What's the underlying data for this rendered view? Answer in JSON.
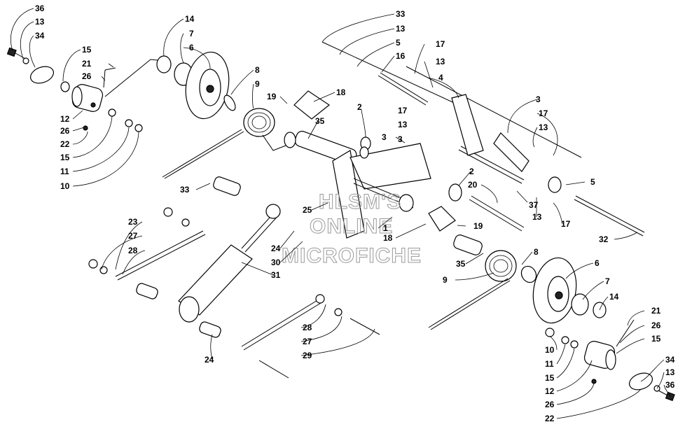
{
  "watermark": {
    "line1": "HLSM'S",
    "line2": "ONLINE",
    "line3": "MICROFICHE"
  },
  "callouts": {
    "c36a": "36",
    "c13a": "13",
    "c34a": "34",
    "c15a": "15",
    "c21a": "21",
    "c26a": "26",
    "c12a": "12",
    "c26b": "26",
    "c22a": "22",
    "c15b": "15",
    "c11a": "11",
    "c10a": "10",
    "c14a": "14",
    "c7a": "7",
    "c6a": "6",
    "c8a": "8",
    "c9a": "9",
    "c19a": "19",
    "c18a": "18",
    "c35a": "35",
    "c2a": "2",
    "c3a": "3",
    "c33a": "33",
    "c13b": "13",
    "c5a": "5",
    "c16a": "16",
    "c17a": "17",
    "c13c": "13",
    "c4a": "4",
    "c17b": "17",
    "c13d": "13",
    "c3b": "3",
    "c17c": "17",
    "c13e": "13",
    "c5b": "5",
    "c2b": "2",
    "c20a": "20",
    "c37a": "37",
    "c13f": "13",
    "c17d": "17",
    "c32a": "32",
    "c33b": "33",
    "c25a": "25",
    "c1a": "1",
    "c18b": "18",
    "c19b": "19",
    "c23a": "23",
    "c27a": "27",
    "c28a": "28",
    "c24a": "24",
    "c30a": "30",
    "c31a": "31",
    "c35b": "35",
    "c8b": "8",
    "c6b": "6",
    "c9b": "9",
    "c7b": "7",
    "c14b": "14",
    "c28b": "28",
    "c27b": "27",
    "c29a": "29",
    "c24b": "24",
    "c21b": "21",
    "c26c": "26",
    "c15c": "15",
    "c10b": "10",
    "c11b": "11",
    "c15d": "15",
    "c12b": "12",
    "c26d": "26",
    "c22b": "22",
    "c34b": "34",
    "c13g": "13",
    "c36b": "36"
  }
}
